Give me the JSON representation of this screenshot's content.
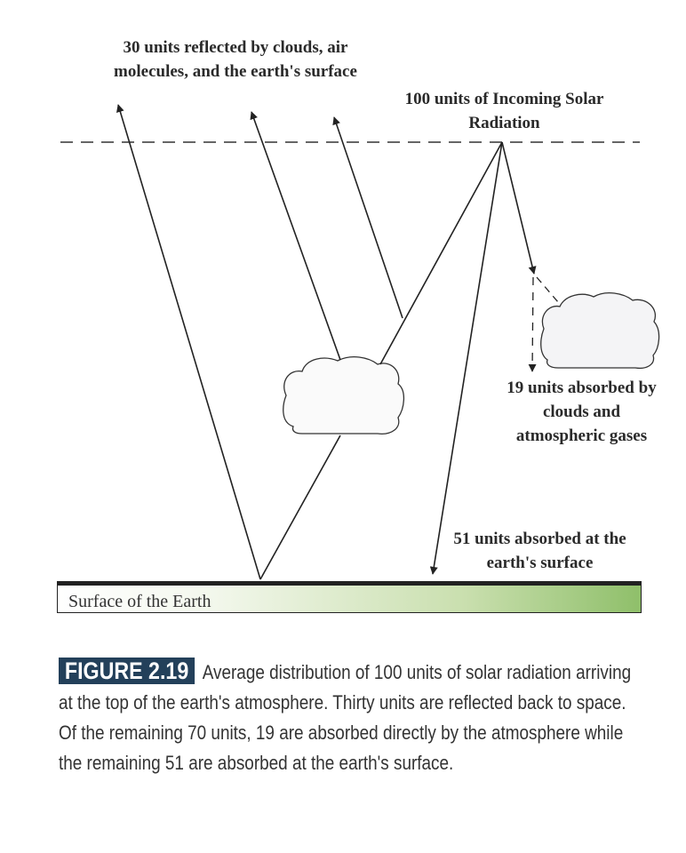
{
  "labels": {
    "reflected": "30 units reflected by clouds, air molecules, and the earth's surface",
    "incoming": "100 units of Incoming Solar Radiation",
    "absorbed_atmosphere": "19 units absorbed by clouds and atmospheric gases",
    "absorbed_surface": "51 units absorbed at the earth's surface",
    "surface": "Surface of the Earth"
  },
  "caption": {
    "figure_label": "FIGURE 2.19",
    "text": "Average distribution of 100 units of solar radiation arriving at the top of the earth's atmosphere. Thirty units are reflected back to space. Of the remaining 70 units, 19 are absorbed directly by the atmosphere while the remaining 51 are absorbed at the earth's surface."
  },
  "colors": {
    "caption_label_bg": "#23405a",
    "surface_green": "#8fbf6a"
  }
}
